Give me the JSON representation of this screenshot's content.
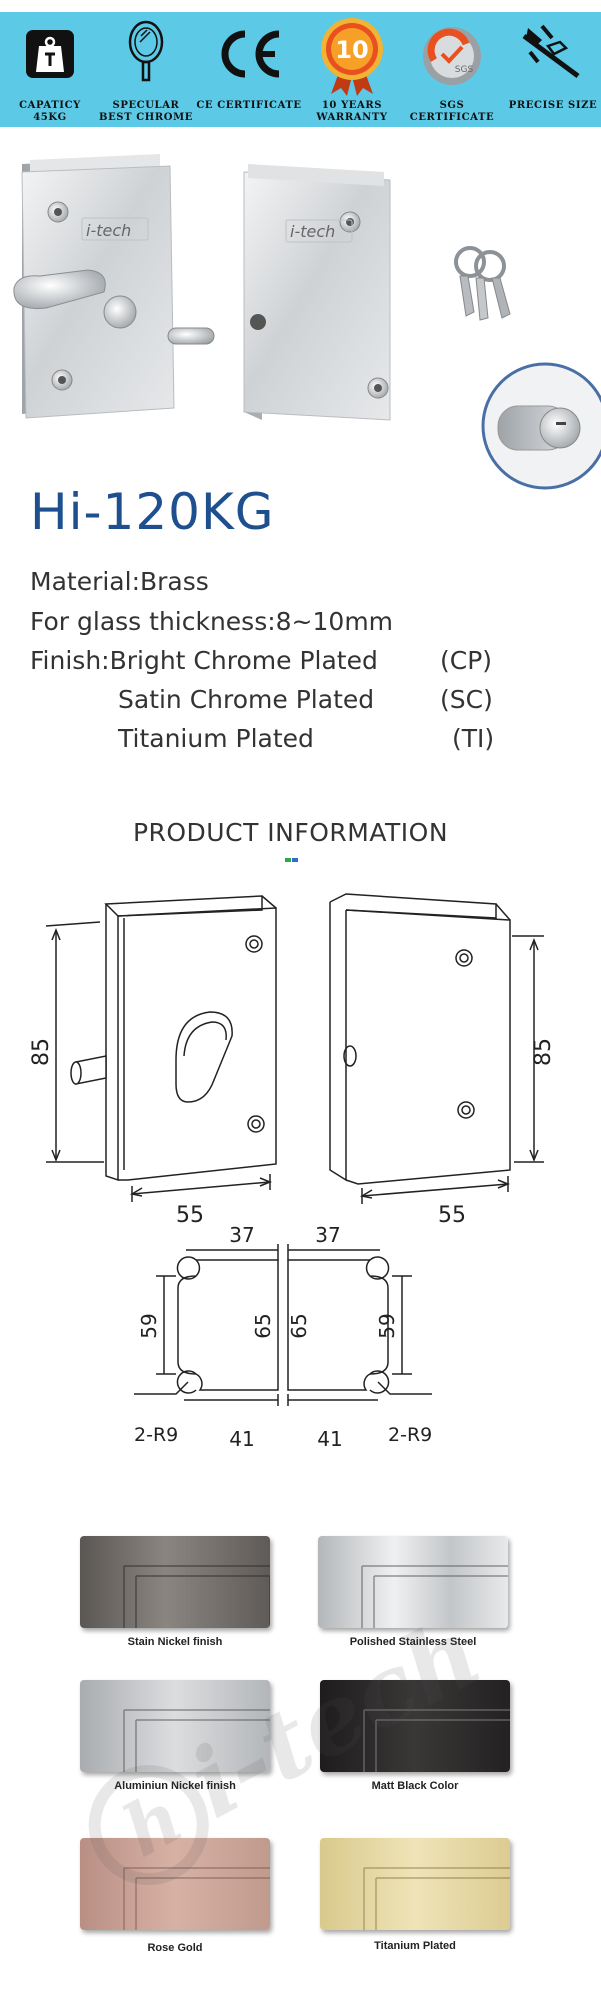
{
  "features": [
    {
      "icon": "weight-icon",
      "line1": "CAPATICY",
      "line2": "45KG"
    },
    {
      "icon": "mirror-icon",
      "line1": "SPECULAR",
      "line2": "BEST CHROME"
    },
    {
      "icon": "ce-mark-icon",
      "line1": "",
      "line2": "CE CERTIFICATE"
    },
    {
      "icon": "warranty-badge-icon",
      "line1": "10 YEARS",
      "line2": "WARRANTY",
      "badge_number": "10"
    },
    {
      "icon": "sgs-seal-icon",
      "line1": "SGS",
      "line2": "CERTIFICATE",
      "seal_text": "SGS"
    },
    {
      "icon": "caliper-icon",
      "line1": "",
      "line2": "PRECISE SIZE"
    }
  ],
  "product": {
    "brand": "i-tech",
    "model": "Hi-120KG",
    "material": "Material:Brass",
    "thickness": "For glass thickness:8~10mm",
    "finish_prefix": "Finish:",
    "finishes": [
      {
        "name": "Bright Chrome Plated",
        "code": "(CP)"
      },
      {
        "name": "Satin Chrome Plated",
        "code": "(SC)"
      },
      {
        "name": "Titanium Plated",
        "code": "(TI)"
      }
    ]
  },
  "section_title": "PRODUCT INFORMATION",
  "dimensions": {
    "left_height": "85",
    "left_width": "55",
    "right_height": "85",
    "right_width": "55",
    "cut_top_left": "37",
    "cut_top_right": "37",
    "cut_inner_left": "59",
    "cut_mid_left": "65",
    "cut_mid_right": "65",
    "cut_inner_right": "59",
    "cut_radius_left": "2-R9",
    "cut_radius_right": "2-R9",
    "cut_bottom_left": "41",
    "cut_bottom_right": "41"
  },
  "swatches": [
    {
      "label": "Stain Nickel finish",
      "color": "#6e6a66"
    },
    {
      "label": "Polished Stainless Steel",
      "color": "#c9cbcd"
    },
    {
      "label": "Aluminiun Nickel finish",
      "color": "#bfc1c3"
    },
    {
      "label": "Matt Black Color",
      "color": "#2a2828"
    },
    {
      "label": "Rose Gold",
      "color": "#caa195"
    },
    {
      "label": "Titanium Plated",
      "color": "#e3d6a0"
    }
  ],
  "colors": {
    "banner": "#5cc9e6",
    "model_text": "#1e4f8f",
    "accent_badge": "#e8501f"
  }
}
